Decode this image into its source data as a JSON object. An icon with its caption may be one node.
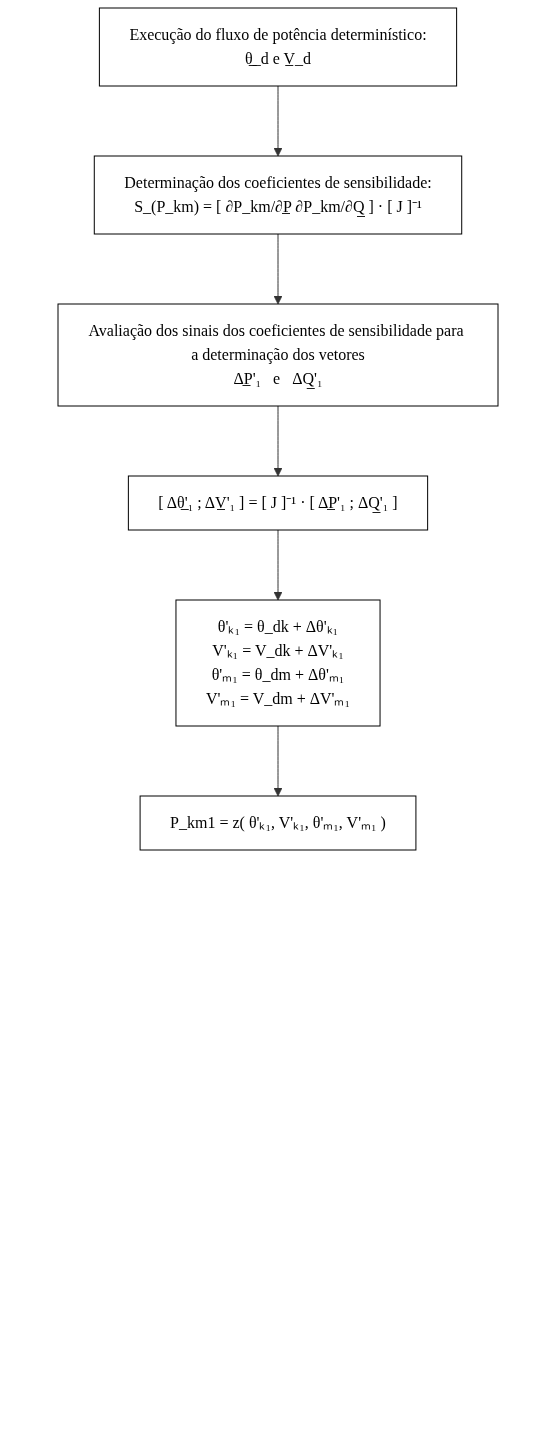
{
  "diagram": {
    "nodes": [
      {
        "text": [
          "Execução do fluxo de potência determinístico:",
          "θ̲_d   e   V̲_d"
        ]
      },
      {
        "text": [
          "Determinação dos coeficientes de sensibilidade:",
          "S_(P_km) = [ ∂P_km/∂P̲   ∂P_km/∂Q̲ ] · [ J ]⁻¹"
        ]
      },
      {
        "text": [
          "Avaliação dos sinais dos coeficientes de sensibilidade para a determinação dos vetores",
          "ΔP̲'₁   e   ΔQ̲'₁"
        ]
      },
      {
        "text": [
          "[ Δθ̲'₁ ; ΔV̲'₁ ] = [ J ]⁻¹ · [ ΔP̲'₁ ; ΔQ̲'₁ ]"
        ]
      },
      {
        "text": [
          "θ'ₖ₁ = θ_dk + Δθ'ₖ₁",
          "V'ₖ₁ = V_dk + ΔV'ₖ₁",
          "θ'ₘ₁ = θ_dm + Δθ'ₘ₁",
          "V'ₘ₁ = V_dm + ΔV'ₘ₁"
        ]
      },
      {
        "text": [
          "P_km1 = z( θ'ₖ₁, V'ₖ₁, θ'ₘ₁, V'ₘ₁ )"
        ]
      }
    ],
    "edges": [
      {
        "from": 0,
        "to": 1,
        "arrow": "to"
      },
      {
        "from": 1,
        "to": 2,
        "arrow": "to"
      },
      {
        "from": 2,
        "to": 3,
        "arrow": "to"
      },
      {
        "from": 3,
        "to": 4,
        "arrow": "to"
      },
      {
        "from": 4,
        "to": 5,
        "arrow": "to"
      }
    ]
  }
}
